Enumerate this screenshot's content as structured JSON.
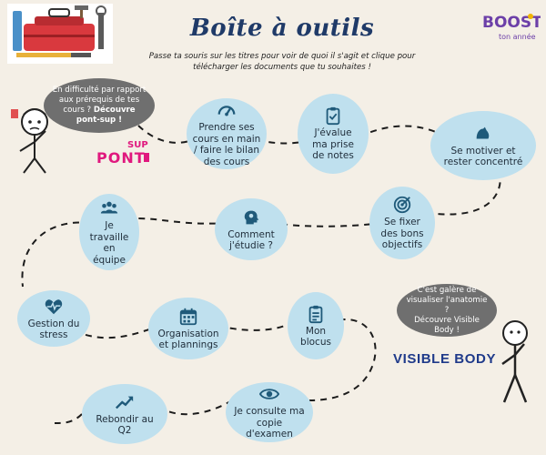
{
  "header": {
    "title": "Boîte à outils",
    "subtitle": "Passe ta souris sur les titres pour voir de quoi il s'agit et clique pour télécharger les documents que tu souhaites !",
    "logo_text": "Boost ton année"
  },
  "speech_left": {
    "text": "En difficulté par rapport aux prérequis de tes cours ?",
    "bold": "Découvre pont-sup !"
  },
  "speech_right": {
    "line1": "C'est galère de visualiser l'anatomie ?",
    "line2": "Découvre Visible Body !"
  },
  "brands": {
    "pont_sup_top": "SUP",
    "pont_sup_main": "PONT",
    "visible_body": "VISIBLE BODY"
  },
  "tools": [
    {
      "label": "Prendre ses cours en main / faire le bilan des cours",
      "icon": "speedometer-icon"
    },
    {
      "label": "J'évalue ma prise de notes",
      "icon": "clipboard-icon"
    },
    {
      "label": "Se motiver et rester concentré",
      "icon": "muscle-icon"
    },
    {
      "label": "Se fixer des bons objectifs",
      "icon": "target-icon"
    },
    {
      "label": "Comment j'étudie ?",
      "icon": "head-gears-icon"
    },
    {
      "label": "Je travaille en équipe",
      "icon": "team-icon"
    },
    {
      "label": "Gestion du stress",
      "icon": "heartbeat-icon"
    },
    {
      "label": "Organisation et plannings",
      "icon": "calendar-icon"
    },
    {
      "label": "Mon blocus",
      "icon": "checklist-icon"
    },
    {
      "label": "Rebondir au Q2",
      "icon": "trend-up-icon"
    },
    {
      "label": "Je consulte ma copie d'examen",
      "icon": "eye-icon"
    }
  ],
  "colors": {
    "background": "#f4efe6",
    "bubble": "#bfe0ee",
    "title": "#1f3a68",
    "icon": "#1f5a7a",
    "speech": "#6f6f6f",
    "pont_pink": "#e0187e",
    "visible_blue": "#1f3a8a"
  }
}
